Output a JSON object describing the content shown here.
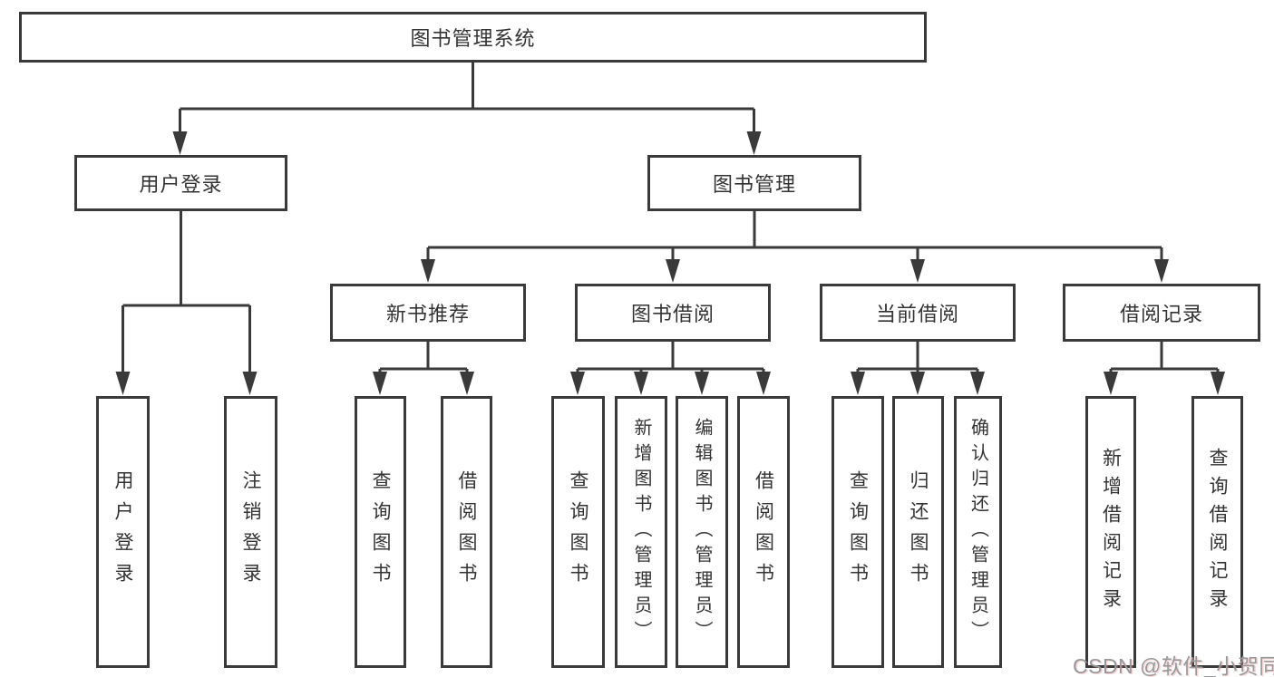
{
  "tree": {
    "root": "图书管理系统",
    "branches": [
      {
        "label": "用户登录",
        "children": [
          "用户登录",
          "注销登录"
        ]
      },
      {
        "label": "图书管理",
        "groups": [
          {
            "label": "新书推荐",
            "children": [
              "查询图书",
              "借阅图书"
            ]
          },
          {
            "label": "图书借阅",
            "children": [
              "查询图书",
              "新增图书（管理员）",
              "编辑图书（管理员）",
              "借阅图书"
            ]
          },
          {
            "label": "当前借阅",
            "children": [
              "查询图书",
              "归还图书",
              "确认归还（管理员）"
            ]
          },
          {
            "label": "借阅记录",
            "children": [
              "新增借阅记录",
              "查询借阅记录"
            ]
          }
        ]
      }
    ]
  },
  "watermark": "CSDN @软件_小贺同学",
  "colors": {
    "line": "#3a3a3a",
    "box_border": "#3a3a3a",
    "text": "#333333",
    "watermark_gray": "#97989a"
  }
}
